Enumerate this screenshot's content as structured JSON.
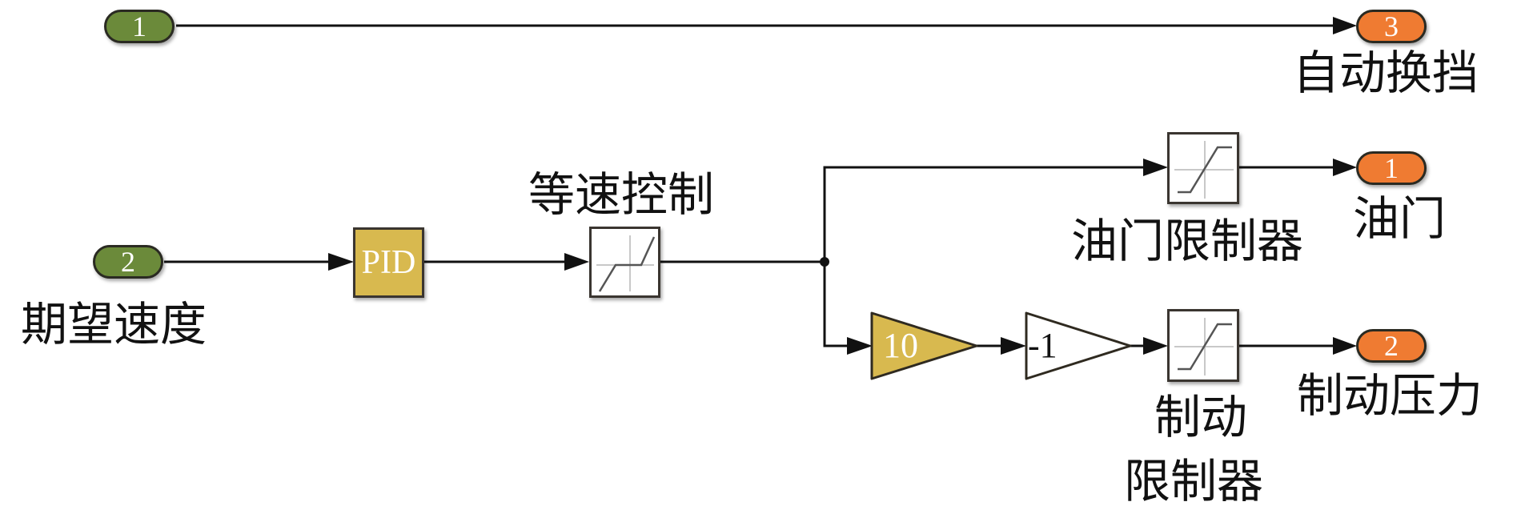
{
  "diagram": {
    "type": "simulink-block-diagram",
    "colors": {
      "inport": "#6b8a3a",
      "outport": "#ef7b32",
      "highlight_block": "#d8b94f",
      "wire": "#111111"
    },
    "inports": [
      {
        "id": "in1",
        "number": "1",
        "label": ""
      },
      {
        "id": "in2",
        "number": "2",
        "label": "期望速度"
      }
    ],
    "outports": [
      {
        "id": "out3",
        "number": "3",
        "label": "自动换挡"
      },
      {
        "id": "out1",
        "number": "1",
        "label": "油门"
      },
      {
        "id": "out2",
        "number": "2",
        "label": "制动压力"
      }
    ],
    "blocks": [
      {
        "id": "pid",
        "kind": "PID Controller",
        "text": "PID",
        "label": ""
      },
      {
        "id": "deadzone",
        "kind": "Dead Zone",
        "text": "",
        "label": "等速控制"
      },
      {
        "id": "throttle_sat",
        "kind": "Saturation",
        "text": "",
        "label": "油门限制器"
      },
      {
        "id": "gain10",
        "kind": "Gain",
        "text": "10",
        "label": ""
      },
      {
        "id": "gainneg1",
        "kind": "Gain",
        "text": "-1",
        "label": ""
      },
      {
        "id": "brake_sat",
        "kind": "Saturation",
        "text": "",
        "label_line1": "制动",
        "label_line2": "限制器"
      }
    ],
    "connections": [
      {
        "from": "in1",
        "to": "out3"
      },
      {
        "from": "in2",
        "to": "pid"
      },
      {
        "from": "pid",
        "to": "deadzone"
      },
      {
        "from": "deadzone",
        "to": "throttle_sat"
      },
      {
        "from": "deadzone",
        "to": "gain10"
      },
      {
        "from": "throttle_sat",
        "to": "out1"
      },
      {
        "from": "gain10",
        "to": "gainneg1"
      },
      {
        "from": "gainneg1",
        "to": "brake_sat"
      },
      {
        "from": "brake_sat",
        "to": "out2"
      }
    ]
  }
}
